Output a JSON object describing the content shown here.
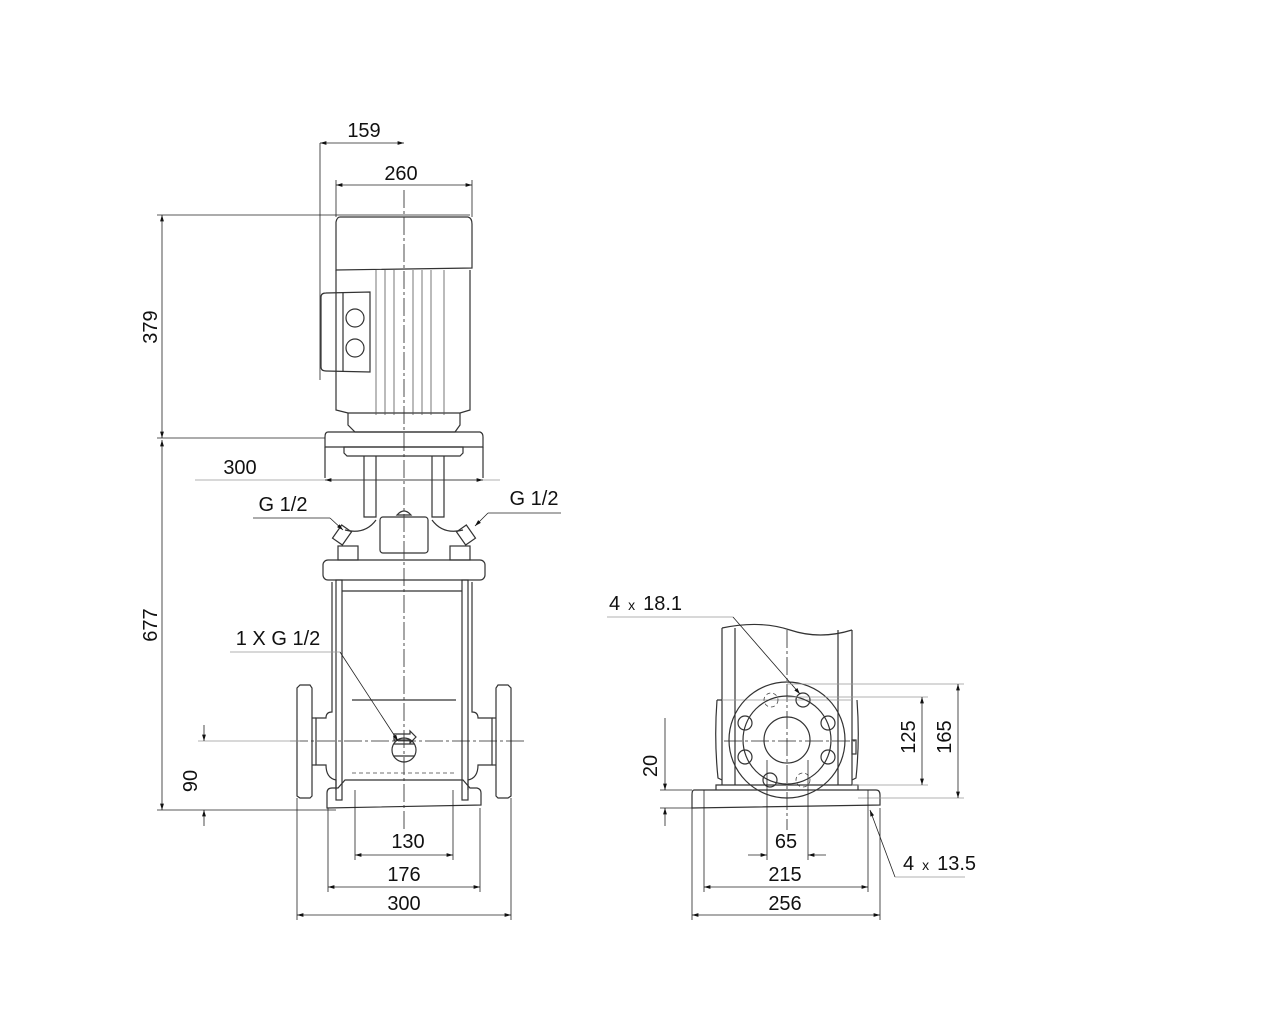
{
  "front_view": {
    "dim_motor_offset": "159",
    "dim_motor_width": "260",
    "dim_motor_height": "379",
    "dim_flange_width": "300",
    "dim_pump_height": "677",
    "dim_inlet_height": "90",
    "vent_left_label": "G 1/2",
    "vent_right_label": "G 1/2",
    "drain_label": "1 X G 1/2",
    "dim_base_holes": "130",
    "dim_base_width": "176",
    "dim_port_to_port": "300"
  },
  "side_view": {
    "flange_holes_count": "4",
    "flange_holes_x": "x",
    "flange_holes_dia": "18.1",
    "dim_bolt_circle": "125",
    "dim_flange_dia": "165",
    "dim_base_thickness": "20",
    "dim_bore": "65",
    "dim_base_holes": "215",
    "dim_base_width": "256",
    "base_holes_count": "4",
    "base_holes_x": "x",
    "base_holes_dia": "13.5"
  }
}
